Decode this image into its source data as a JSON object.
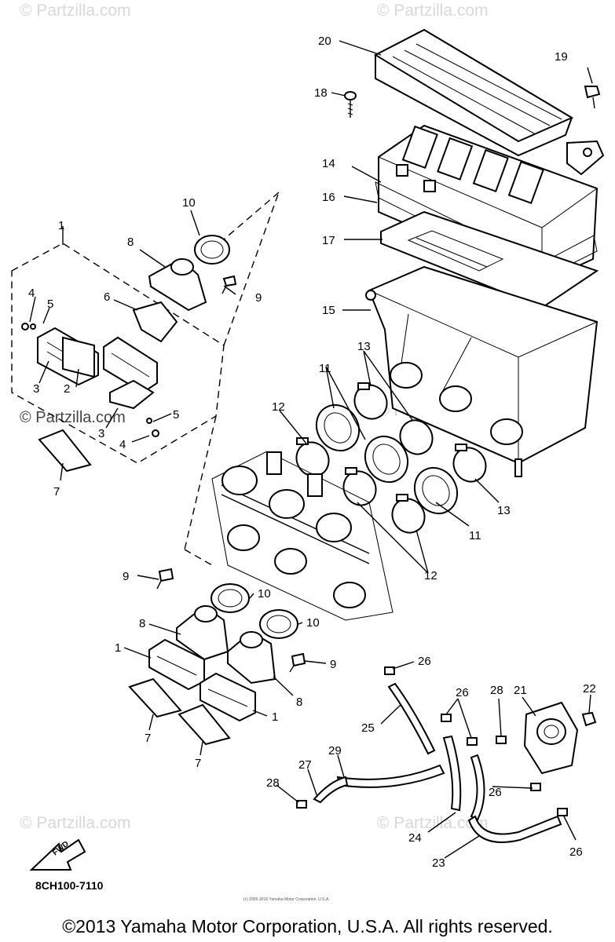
{
  "watermark": {
    "text": "© Partzilla.com"
  },
  "diagram_code": "8CH100-7110",
  "fwd_label": "FWD",
  "inner_copyright": "(c) 2005-2016 Yamaha Motor Corporation, U.S.A.",
  "footer": {
    "copyright": "©2013 Yamaha Motor Corporation, U.S.A. All rights reserved."
  },
  "callouts": {
    "c1a": "1",
    "c1b": "1",
    "c1c": "1",
    "c2": "2",
    "c3a": "3",
    "c3b": "3",
    "c4a": "4",
    "c4b": "4",
    "c5a": "5",
    "c5b": "5",
    "c6": "6",
    "c7a": "7",
    "c7b": "7",
    "c7c": "7",
    "c8a": "8",
    "c8b": "8",
    "c8c": "8",
    "c9a": "9",
    "c9b": "9",
    "c9c": "9",
    "c10a": "10",
    "c10b": "10",
    "c10c": "10",
    "c11a": "11",
    "c11b": "11",
    "c12a": "12",
    "c12b": "12",
    "c13a": "13",
    "c13b": "13",
    "c14": "14",
    "c15": "15",
    "c16": "16",
    "c17": "17",
    "c18": "18",
    "c19": "19",
    "c20": "20",
    "c21": "21",
    "c22": "22",
    "c23": "23",
    "c24": "24",
    "c25": "25",
    "c26a": "26",
    "c26b": "26",
    "c26c": "26",
    "c26d": "26",
    "c27": "27",
    "c28a": "28",
    "c28b": "28",
    "c29": "29"
  }
}
